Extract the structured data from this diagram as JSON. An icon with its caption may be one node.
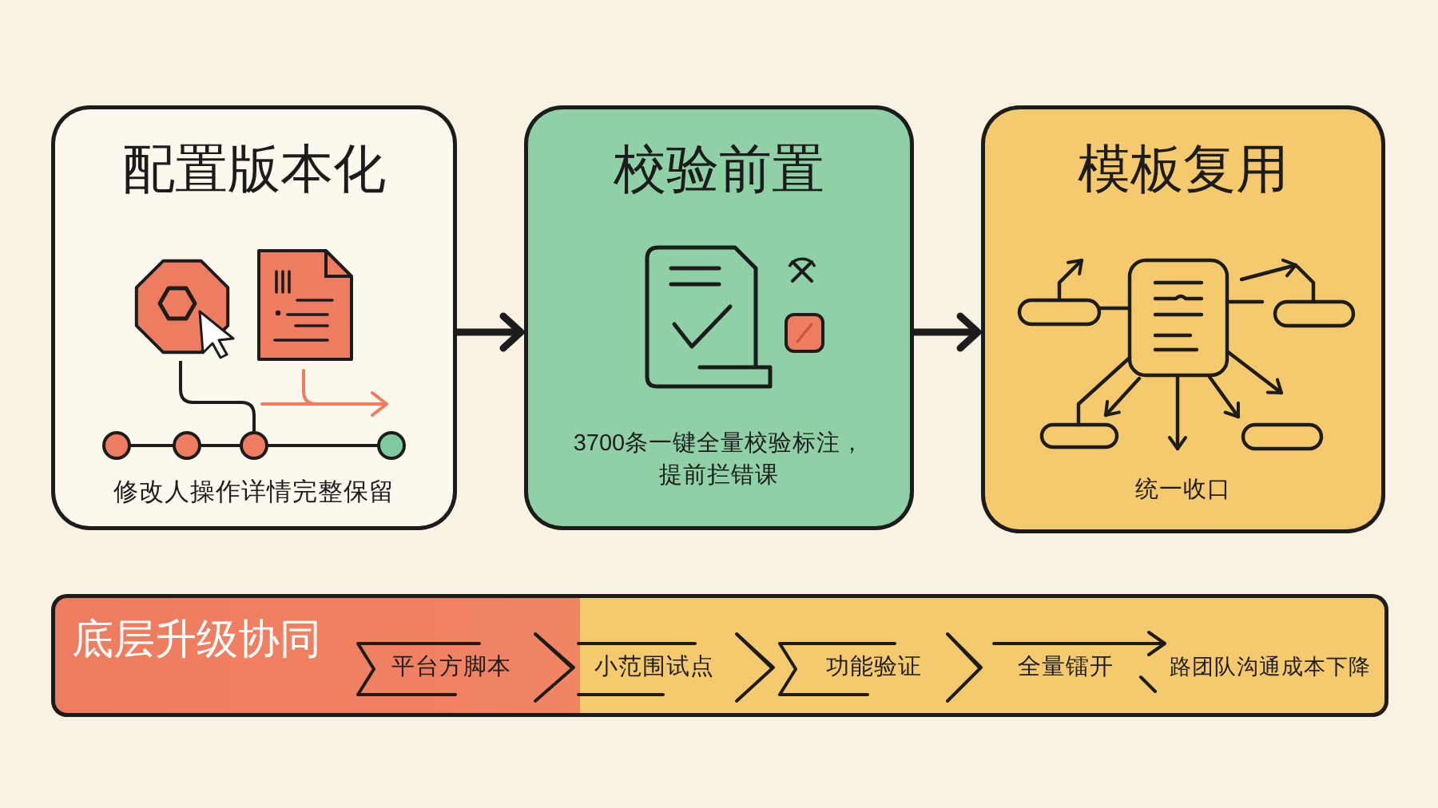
{
  "diagram": {
    "nodes": [
      {
        "text": [
          "配置版本化",
          "修改人操作详情完整保留"
        ]
      },
      {
        "text": [
          "校验前置",
          "3700条一键全量校验标注，提前拦错课"
        ]
      },
      {
        "text": [
          "模板复用",
          "统一收口"
        ]
      },
      {
        "text": [
          "底层升级协同"
        ]
      },
      {
        "text": [
          "平台方脚本"
        ],
        "in": 3
      },
      {
        "text": [
          "小范围试点"
        ],
        "in": 3
      },
      {
        "text": [
          "功能验证"
        ],
        "in": 3
      },
      {
        "text": [
          "全量镭开"
        ],
        "in": 3
      },
      {
        "text": [
          "路团队沟通成本下降"
        ],
        "in": 3
      }
    ],
    "edges": [
      {
        "from": 0,
        "to": 1,
        "arrow": "to",
        "style": "thick"
      },
      {
        "from": 1,
        "to": 2,
        "arrow": "to",
        "style": "thick"
      },
      {
        "from": 4,
        "to": 5,
        "arrow": "to"
      },
      {
        "from": 5,
        "to": 6,
        "arrow": "to"
      },
      {
        "from": 6,
        "to": 7,
        "arrow": "to"
      },
      {
        "from": 7,
        "to": 8,
        "arrow": "to"
      }
    ]
  }
}
